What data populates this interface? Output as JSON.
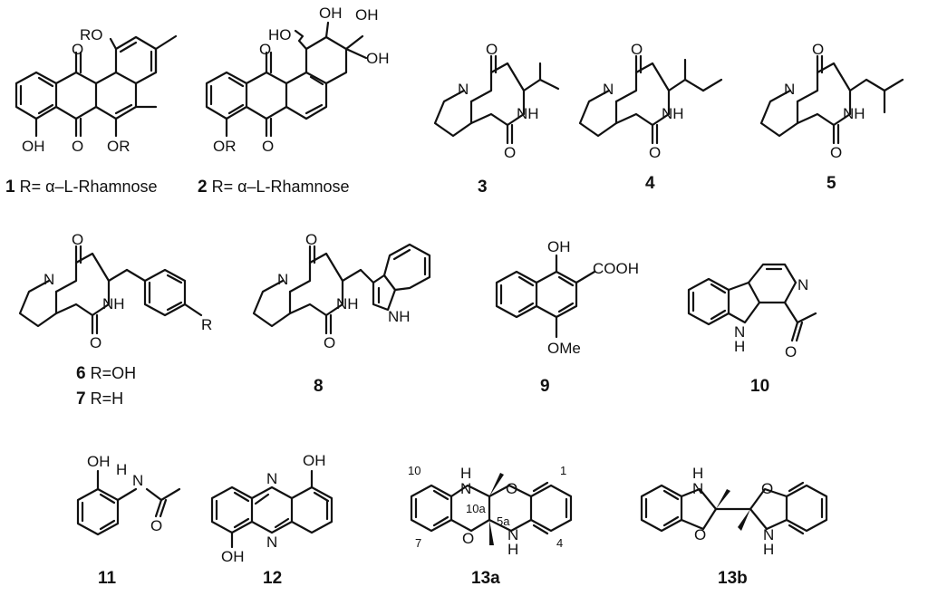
{
  "atoms": {
    "ro": "RO",
    "or": "OR",
    "oh": "OH",
    "o": "O",
    "n": "N",
    "nh": "NH",
    "h": "H",
    "ho": "HO",
    "r": "R",
    "cooh": "COOH",
    "ome": "OMe"
  },
  "compounds": [
    {
      "id": "1",
      "label": "1",
      "caption": " R= α–L-Rhamnose"
    },
    {
      "id": "2",
      "label": "2",
      "caption": " R= α–L-Rhamnose"
    },
    {
      "id": "3",
      "label": "3"
    },
    {
      "id": "4",
      "label": "4"
    },
    {
      "id": "5",
      "label": "5"
    },
    {
      "id": "6",
      "label": "6",
      "caption": " R=OH"
    },
    {
      "id": "7",
      "label": "7",
      "caption": " R=H"
    },
    {
      "id": "8",
      "label": "8"
    },
    {
      "id": "9",
      "label": "9"
    },
    {
      "id": "10",
      "label": "10"
    },
    {
      "id": "11",
      "label": "11"
    },
    {
      "id": "12",
      "label": "12"
    },
    {
      "id": "13a",
      "label": "13a"
    },
    {
      "id": "13b",
      "label": "13b"
    }
  ],
  "positions_13a": [
    "10",
    "1",
    "10a",
    "5a",
    "7",
    "4"
  ]
}
